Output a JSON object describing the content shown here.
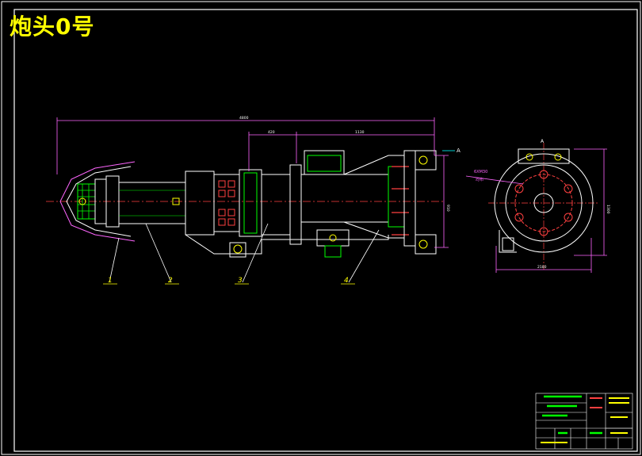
{
  "title": "炮头0号",
  "dimensions": {
    "overall_length": "4800",
    "upper_left": "420",
    "upper_right": "1130",
    "height": "910",
    "end_bore": "6XM30",
    "end_bore_note": "均布",
    "end_width": "2180",
    "end_height": "1300"
  },
  "section_marks": [
    "A",
    "A"
  ],
  "part_numbers": [
    "1",
    "2",
    "3",
    "4"
  ],
  "colors": {
    "background": "#000000",
    "frame": "#ffffff",
    "outline": "#ffffff",
    "dimension": "#ff66ff",
    "centerline": "#ff4040",
    "hatch": "#00ff00",
    "balloon": "#ffff00",
    "title": "#ffff00",
    "accent": "#00ffff"
  }
}
